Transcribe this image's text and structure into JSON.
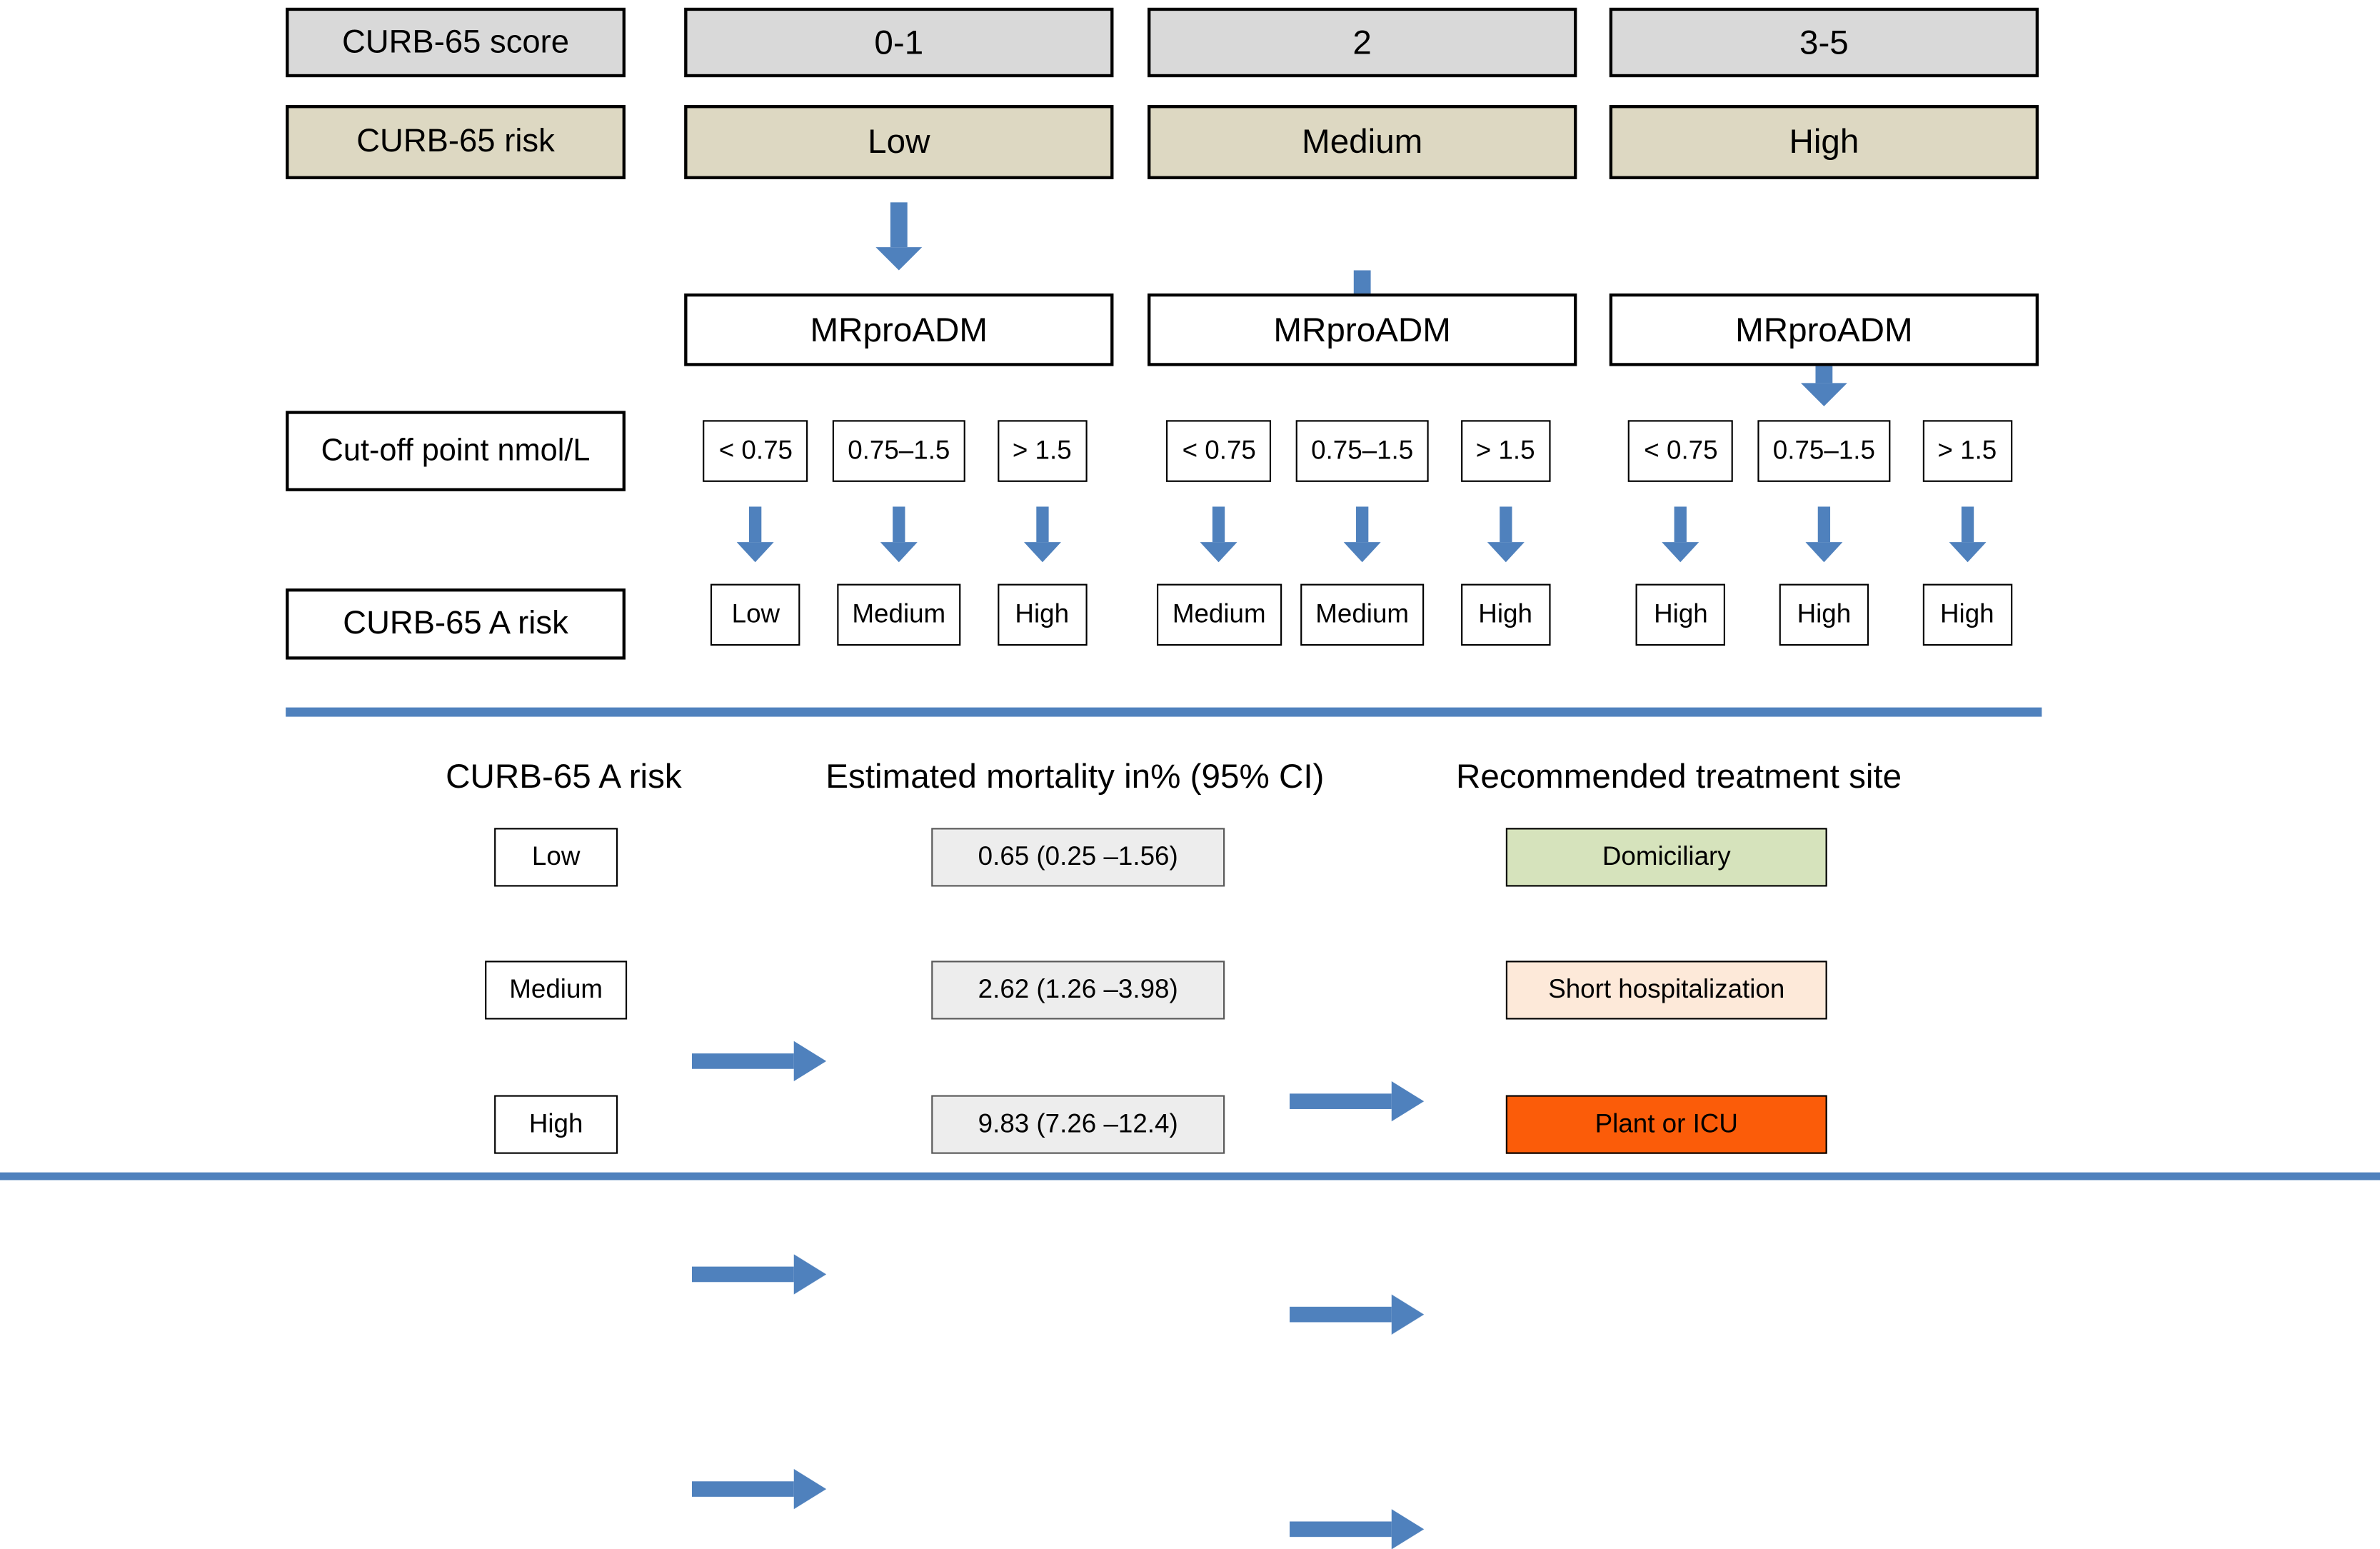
{
  "colors": {
    "arrow_blue": "#4f81bd",
    "divider_blue": "#4f81bd",
    "score_fill": "#d9d9d9",
    "risk_fill": "#ddd8c2",
    "mortality_fill": "#ededed",
    "site_low_fill": "#d6e3bc",
    "site_medium_fill": "#fde9d9",
    "site_high_fill": "#fb5c09"
  },
  "top": {
    "score_label": "CURB-65 score",
    "risk_label": "CURB-65 risk",
    "cutoff_label": "Cut-off point nmol/L",
    "a_risk_label": "CURB-65 A risk",
    "columns": [
      {
        "score": "0-1",
        "risk": "Low",
        "mrproadm": "MRproADM",
        "cutoffs": [
          "< 0.75",
          "0.75–1.5",
          "> 1.5"
        ],
        "a_risks": [
          "Low",
          "Medium",
          "High"
        ]
      },
      {
        "score": "2",
        "risk": "Medium",
        "mrproadm": "MRproADM",
        "cutoffs": [
          "< 0.75",
          "0.75–1.5",
          "> 1.5"
        ],
        "a_risks": [
          "Medium",
          "Medium",
          "High"
        ]
      },
      {
        "score": "3-5",
        "risk": "High",
        "mrproadm": "MRproADM",
        "cutoffs": [
          "< 0.75",
          "0.75–1.5",
          "> 1.5"
        ],
        "a_risks": [
          "High",
          "High",
          "High"
        ]
      }
    ]
  },
  "bottom": {
    "headers": {
      "risk": "CURB-65 A risk",
      "mortality": "Estimated mortality in% (95% CI)",
      "site": "Recommended treatment site"
    },
    "rows": [
      {
        "risk": "Low",
        "mortality": "0.65 (0.25 –1.56)",
        "site": "Domiciliary",
        "site_fill": "#d6e3bc"
      },
      {
        "risk": "Medium",
        "mortality": "2.62 (1.26 –3.98)",
        "site": "Short hospitalization",
        "site_fill": "#fde9d9"
      },
      {
        "risk": "High",
        "mortality": "9.83 (7.26 –12.4)",
        "site": "Plant or ICU",
        "site_fill": "#fb5c09"
      }
    ]
  }
}
